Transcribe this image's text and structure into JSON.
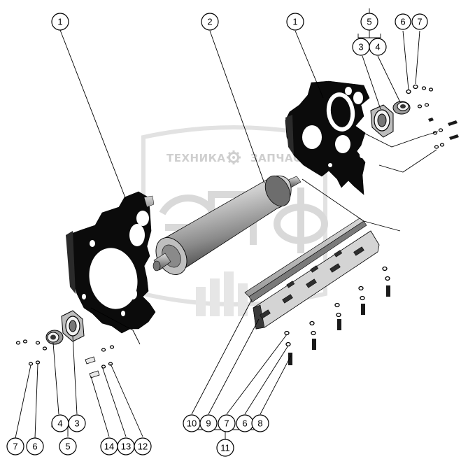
{
  "watermark": {
    "left_text": "ТЕХНИКА",
    "right_text": "ЗАПЧАСТИ",
    "logo_letters": "ЭПФ",
    "gear_icon": "gear-icon"
  },
  "callouts": {
    "c1a": "1",
    "c2": "2",
    "c1b": "1",
    "c5top": "5",
    "c6top": "6",
    "c7top": "7",
    "c3top": "3",
    "c4top": "4",
    "c4bl": "4",
    "c3bl": "3",
    "c5bl": "5",
    "c7bl": "7",
    "c6bl": "6",
    "c14": "14",
    "c13": "13",
    "c12": "12",
    "c10": "10",
    "c9": "9",
    "c7bot": "7",
    "c6bot": "6",
    "c8": "8",
    "c11": "11"
  }
}
